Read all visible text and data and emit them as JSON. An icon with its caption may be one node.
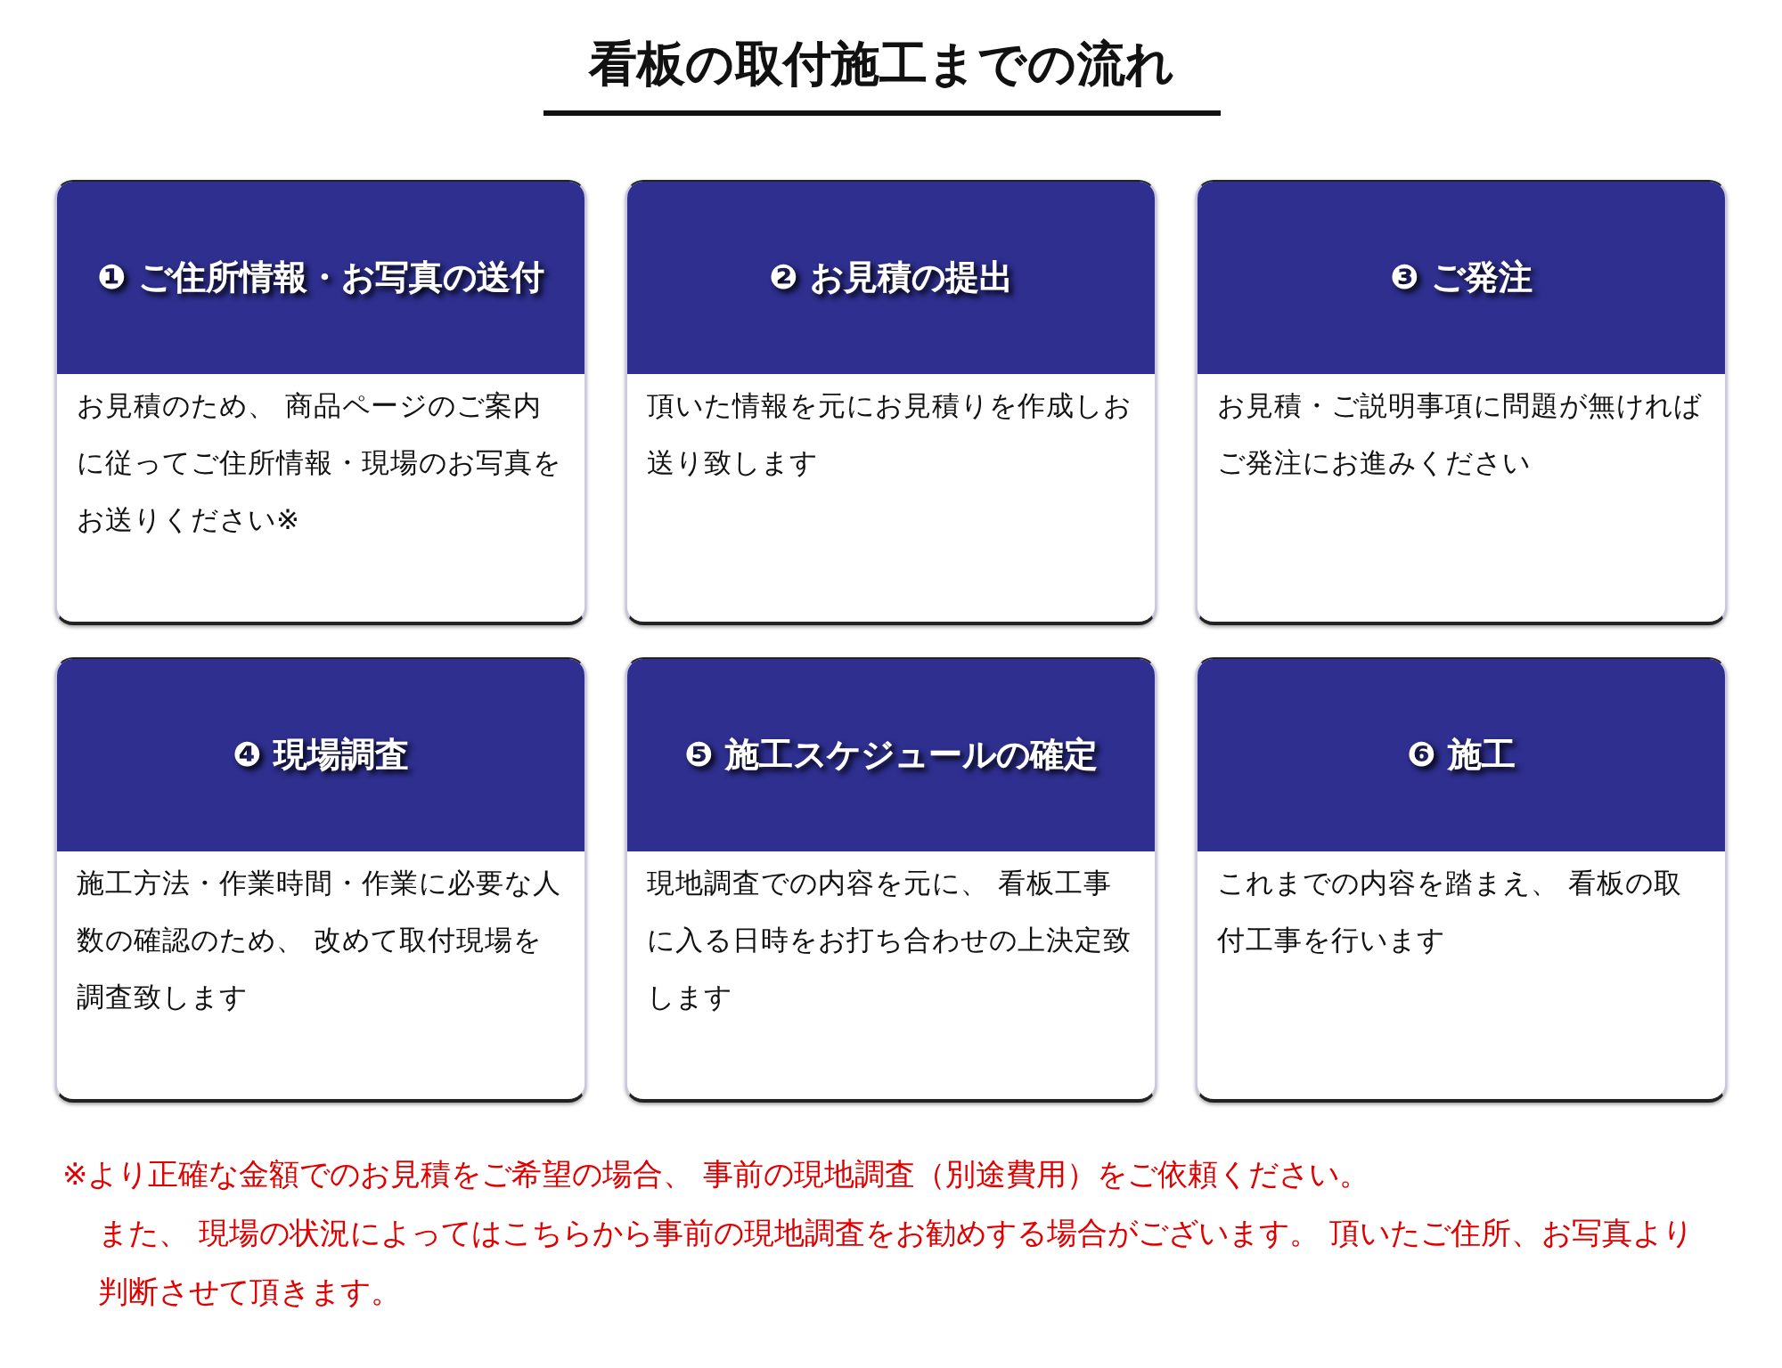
{
  "diagram": {
    "title": "看板の取付施工までの流れ",
    "nodes": [
      {
        "text": [
          "❶ ご住所情報・お写真の送付",
          "お見積のため、 商品ページのご案内に従ってご住所情報・現場のお写真をお送りください※"
        ]
      },
      {
        "text": [
          "❷ お見積の提出",
          "頂いた情報を元にお見積りを作成しお送り致します"
        ]
      },
      {
        "text": [
          "❸ ご発注",
          "お見積・ご説明事項に問題が無ければご発注にお進みください"
        ]
      },
      {
        "text": [
          "❹ 現場調査",
          "施工方法・作業時間・作業に必要な人数の確認のため、 改めて取付現場を調査致します"
        ]
      },
      {
        "text": [
          "❺ 施工スケジュールの確定",
          "現地調査での内容を元に、 看板工事に入る日時をお打ち合わせの上決定致します"
        ]
      },
      {
        "text": [
          "❻ 施工",
          "これまでの内容を踏まえ、 看板の取付工事を行います"
        ]
      }
    ],
    "labels": [
      "※より正確な金額でのお見積をご希望の場合、 事前の現地調査（別途費用）をご依頼ください。",
      "また、 現場の状況によってはこちらから事前の現地調査をお勧めする場合がございます。 頂いたご住所、お写真より判断させて頂きます。"
    ]
  }
}
